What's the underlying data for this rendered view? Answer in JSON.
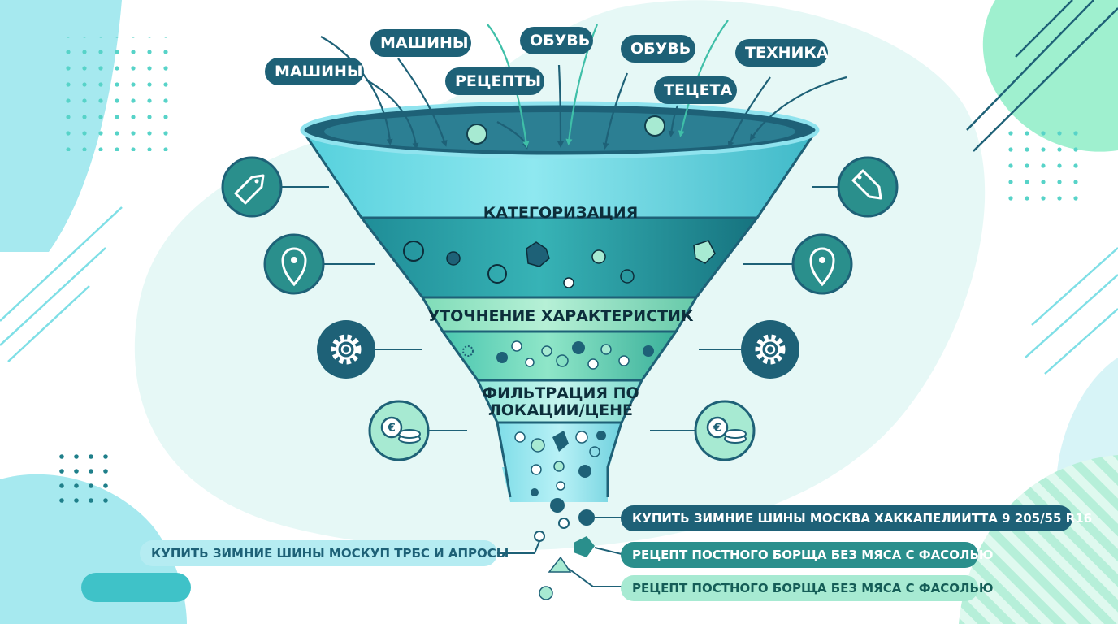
{
  "incoming_keywords": [
    "МАШИНЫ",
    "МАШИНЫ",
    "РЕЦЕПТЫ",
    "ОБУВЬ",
    "ОБУВЬ",
    "ТЕЦЕТА",
    "ТЕХНИКА"
  ],
  "stages": [
    {
      "label": "КАТЕГОРИЗАЦИЯ",
      "icon": "price-tag-icon"
    },
    {
      "label": "",
      "icon": "location-pin-icon"
    },
    {
      "label": "УТОЧНЕНИЕ ХАРАКТЕРИСТИК",
      "icon": "gear-icon"
    },
    {
      "label": "ФИЛЬТРАЦИЯ ПО ЛОКАЦИИ/ЦЕНЕ",
      "icon": "euro-coins-icon"
    }
  ],
  "output_queries": [
    "КУПИТЬ ЗИМНИЕ ШИНЫ МОСКВА ХАККАПЕЛИИТТА 9 205/55 R16",
    "РЕЦЕПТ ПОСТНОГО БОРЩА БЕЗ МЯСА С ФАСОЛЬЮ",
    "РЕЦЕПТ ПОСТНОГО БОРЩА БЕЗ МЯСА С ФАСОЛЬЮ"
  ],
  "rejected_query": "КУПИТЬ ЗИМНИЕ ШИНЫ МОСКУП ТРБС И АПРОСЫ",
  "colors": {
    "dark_teal": "#1e6177",
    "teal": "#2a8f8c",
    "mint": "#a7ead2",
    "cyan": "#8fe3ee",
    "ink": "#0d2e3b"
  }
}
